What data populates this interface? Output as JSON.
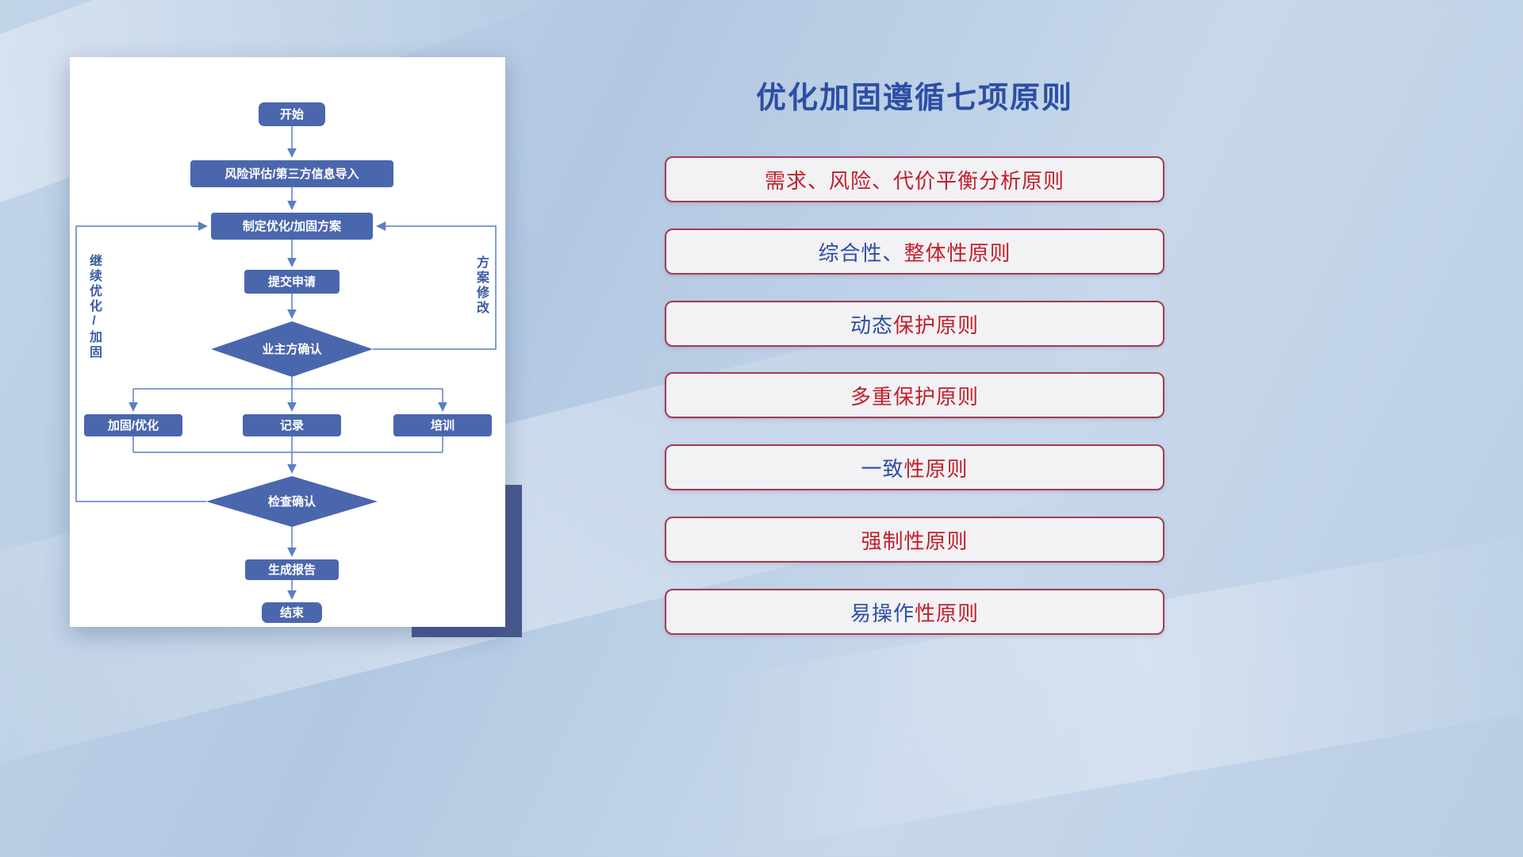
{
  "title": "优化加固遵循七项原则",
  "flowchart": {
    "nodes": {
      "start": "开始",
      "risk": "风险评估/第三方信息导入",
      "plan": "制定优化/加固方案",
      "submit": "提交申请",
      "owner_confirm": "业主方确认",
      "harden": "加固/优化",
      "record": "记录",
      "training": "培训",
      "check_confirm": "检查确认",
      "report": "生成报告",
      "end": "结束"
    },
    "labels": {
      "left_loop": "继续优化/加固",
      "right_loop": "方案修改"
    }
  },
  "principles": [
    {
      "part1": "",
      "part2": "需求、风险、代价平衡分析原则"
    },
    {
      "part1": "综合性、",
      "part2": "整体性原则"
    },
    {
      "part1": "动态",
      "part2": "保护原则"
    },
    {
      "part1": "",
      "part2": "多重保护原则"
    },
    {
      "part1": "一致",
      "part2": "性原则"
    },
    {
      "part1": "",
      "part2": "强制性原则"
    },
    {
      "part1": "易操作",
      "part2": "性原则"
    }
  ],
  "colors": {
    "title_blue": "#2d4ea3",
    "node_fill": "#4a67ad",
    "connector": "#5b7fc4",
    "pill_border": "#a23b52",
    "pill_bg": "#f2f1f4",
    "text_red": "#c0202c",
    "text_blue": "#2d4ea3"
  }
}
